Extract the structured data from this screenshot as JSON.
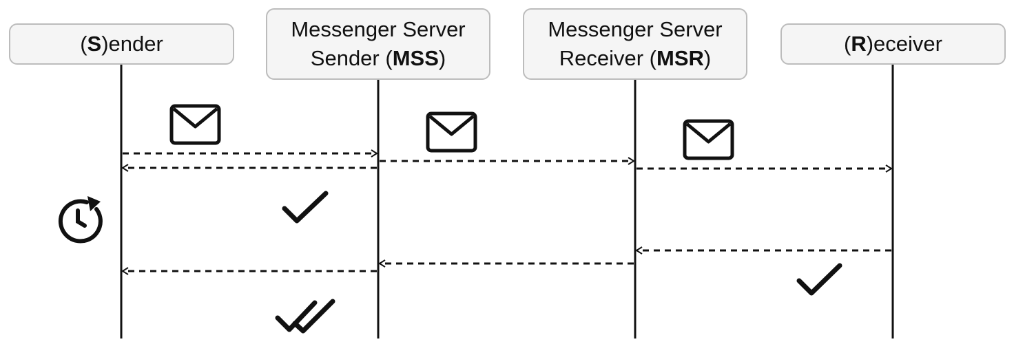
{
  "participants": {
    "sender": {
      "line1": {
        "pre": "(",
        "bold": "S",
        "post": ")ender"
      }
    },
    "mss": {
      "line1": {
        "pre": "Messenger Server",
        "bold": "",
        "post": ""
      },
      "line2": {
        "pre": "Sender (",
        "bold": "MSS",
        "post": ")"
      }
    },
    "msr": {
      "line1": {
        "pre": "Messenger Server",
        "bold": "",
        "post": ""
      },
      "line2": {
        "pre": "Receiver (",
        "bold": "MSR",
        "post": ")"
      }
    },
    "receiver": {
      "line1": {
        "pre": "(",
        "bold": "R",
        "post": ")eceiver"
      }
    }
  },
  "messages": [
    {
      "from": "sender",
      "to": "mss",
      "kind": "message"
    },
    {
      "from": "mss",
      "to": "sender",
      "kind": "ack"
    },
    {
      "from": "mss",
      "to": "msr",
      "kind": "message"
    },
    {
      "from": "msr",
      "to": "receiver",
      "kind": "message"
    },
    {
      "from": "receiver",
      "to": "msr",
      "kind": "ack"
    },
    {
      "from": "msr",
      "to": "mss",
      "kind": "ack"
    },
    {
      "from": "mss",
      "to": "sender",
      "kind": "ack"
    }
  ],
  "icons": [
    "envelope-icon",
    "envelope-icon",
    "envelope-icon",
    "clock-icon",
    "single-check-icon",
    "single-check-icon",
    "double-check-icon"
  ],
  "colors": {
    "line": "#111111",
    "box_fill": "#f5f5f5",
    "box_border": "#bcbcbc"
  }
}
